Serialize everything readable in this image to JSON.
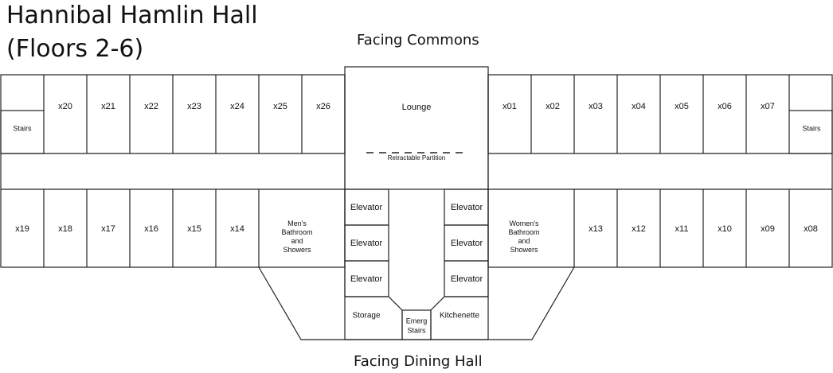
{
  "title": {
    "line1": "Hannibal Hamlin Hall",
    "line2": "(Floors 2-6)"
  },
  "facing": {
    "top": "Facing Commons",
    "bottom": "Facing Dining Hall"
  },
  "rooms_top_left": [
    "x20",
    "x21",
    "x22",
    "x23",
    "x24",
    "x25",
    "x26"
  ],
  "rooms_top_right": [
    "x01",
    "x02",
    "x03",
    "x04",
    "x05",
    "x06",
    "x07"
  ],
  "rooms_bottom_left": [
    "x19",
    "x18",
    "x17",
    "x16",
    "x15",
    "x14"
  ],
  "rooms_bottom_right": [
    "x13",
    "x12",
    "x11",
    "x10",
    "x09",
    "x08"
  ],
  "stairs_label": "Stairs",
  "lounge": "Lounge",
  "partition": "Retractable Partition",
  "elevator_label": "Elevator",
  "mens_bathroom": [
    "Men's",
    "Bathroom",
    "and",
    "Showers"
  ],
  "womens_bathroom": [
    "Women's",
    "Bathroom",
    "and",
    "Showers"
  ],
  "storage": "Storage",
  "kitchenette": "Kitchenette",
  "emerg_stairs": [
    "Emerg",
    "Stairs"
  ]
}
